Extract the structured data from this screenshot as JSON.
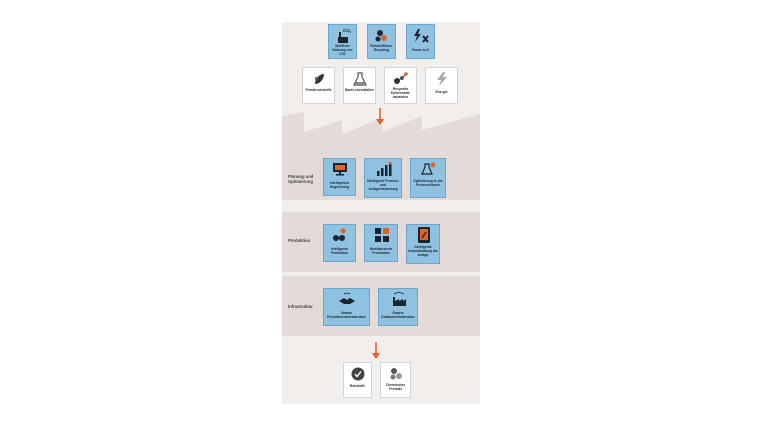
{
  "colors": {
    "accent_arrow": "#e0632a",
    "tile_blue": "#8fc2e1",
    "section_bg": "#e4dad7",
    "page_bg": "#f2eeec"
  },
  "inputs_top": [
    {
      "icon": "co2-factory-icon",
      "badge": "CO",
      "badge_sub": "2",
      "label": "Stoffliche Nutzung von CO2"
    },
    {
      "icon": "recycling-icon",
      "label": "Rohstofflicher Recycling"
    },
    {
      "icon": "lightning-x-icon",
      "label": "Power-to-X"
    }
  ],
  "inputs_bottom": [
    {
      "icon": "leaf-drop-icon",
      "label": "Primär-rohstoffe"
    },
    {
      "icon": "flask-icon",
      "label": "Basis-chemikalien"
    },
    {
      "icon": "molecule-icon",
      "label": "Recycelte Kohlenstoff-bausteine"
    },
    {
      "icon": "lightning-icon",
      "label": "Energie"
    }
  ],
  "sections": [
    {
      "label": "Planung und Optimierung",
      "tiles": [
        {
          "icon": "monitor-icon",
          "label": "Intelligentes Engineering"
        },
        {
          "icon": "bar-chart-icon",
          "label": "Intelligente Prozess- und Anlagensteuerung"
        },
        {
          "icon": "flask-gear-icon",
          "label": "Optimierung in der Prozesschemie"
        }
      ]
    },
    {
      "label": "Produktion",
      "tiles": [
        {
          "icon": "molecule-gear-icon",
          "label": "Intelligente Produktion"
        },
        {
          "icon": "modules-icon",
          "label": "Modularisierte Produktion"
        },
        {
          "icon": "tablet-wrench-icon",
          "label": "Intelligente Instandhaltung der Anlage"
        }
      ]
    },
    {
      "label": "Infrastruktur",
      "tiles": [
        {
          "icon": "handshake-wifi-icon",
          "label": "Smarte Produktionsinfrastruktur"
        },
        {
          "icon": "factory-wifi-icon",
          "label": "Smarte Gebäudeinfrastruktur"
        }
      ]
    }
  ],
  "outputs": [
    {
      "icon": "checkmark-icon",
      "label": "Rohstoffe"
    },
    {
      "icon": "recycling-gray-icon",
      "label": "Chemisches Produkt"
    }
  ]
}
